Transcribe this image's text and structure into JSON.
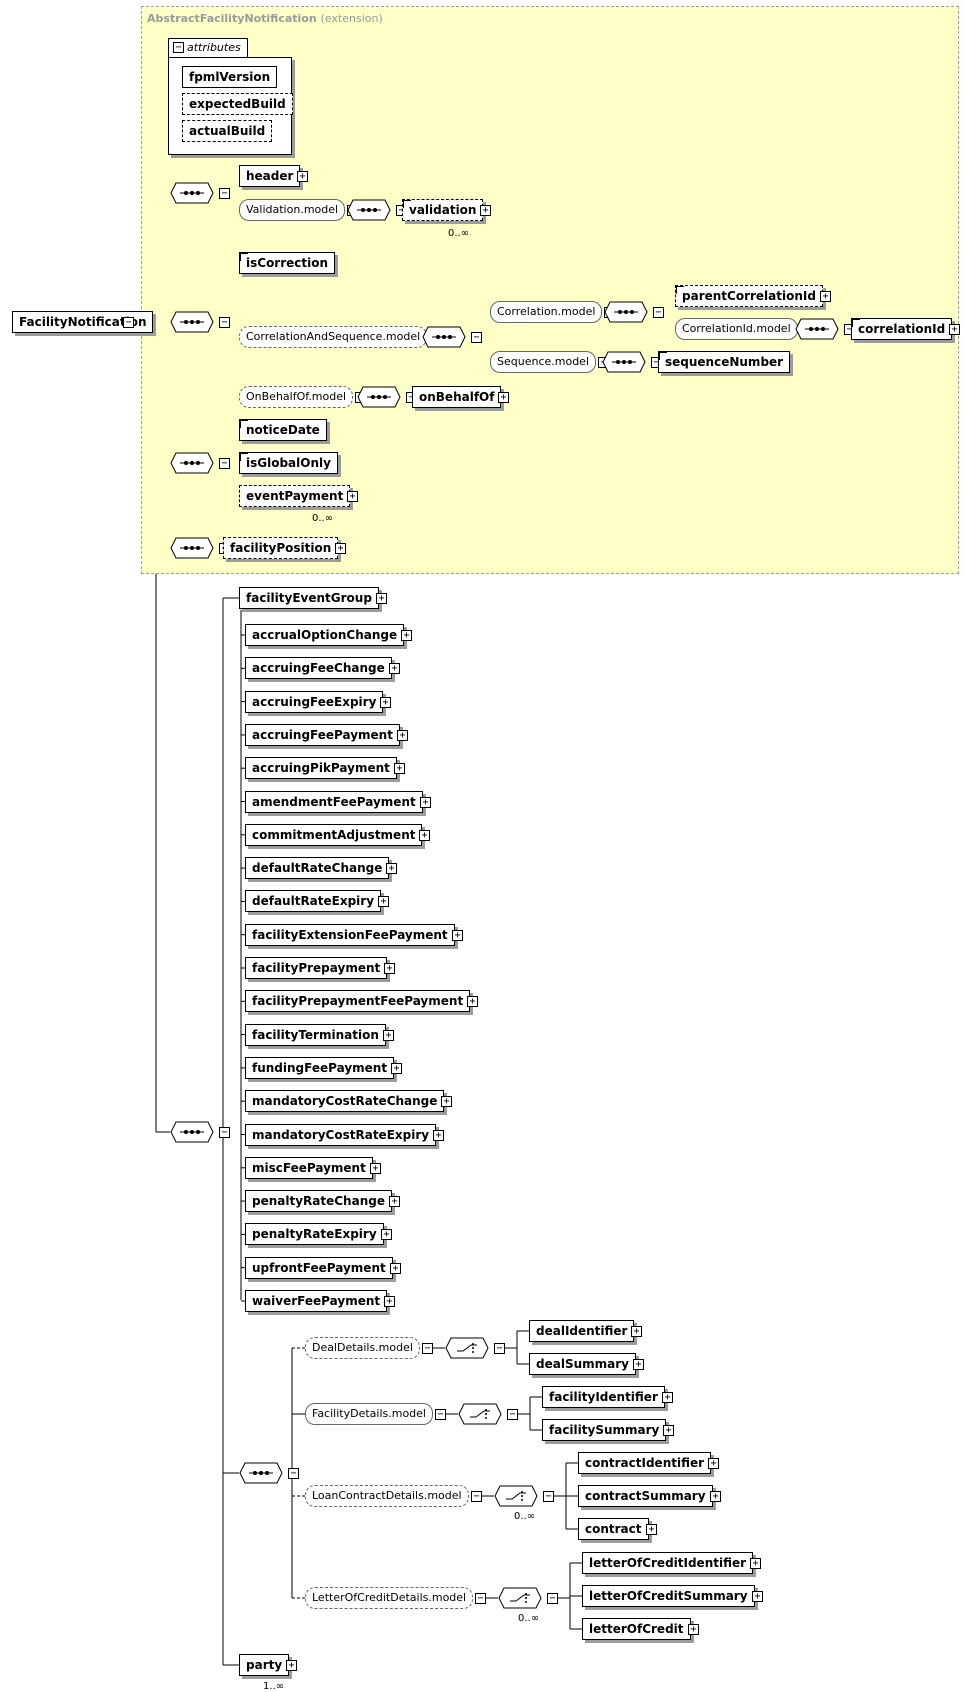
{
  "group_title": "AbstractFacilityNotification",
  "group_title_suffix": "(extension)",
  "root": "FacilityNotification",
  "attributes_label": "attributes",
  "attributes": [
    "fpmlVersion",
    "expectedBuild",
    "actualBuild"
  ],
  "elements": {
    "header": "header",
    "validation_model": "Validation.model",
    "validation": "validation",
    "validation_card": "0..∞",
    "isCorrection": "isCorrection",
    "correlation_sequence_model": "CorrelationAndSequence.model",
    "correlation_model": "Correlation.model",
    "parentCorrelationId": "parentCorrelationId",
    "correlationId_model": "CorrelationId.model",
    "correlationId": "correlationId",
    "sequence_model": "Sequence.model",
    "sequenceNumber": "sequenceNumber",
    "onBehalfOf_model": "OnBehalfOf.model",
    "onBehalfOf": "onBehalfOf",
    "noticeDate": "noticeDate",
    "isGlobalOnly": "isGlobalOnly",
    "eventPayment": "eventPayment",
    "eventPayment_card": "0..∞",
    "facilityPosition": "facilityPosition",
    "facilityEventGroup": "facilityEventGroup"
  },
  "event_group_items": [
    "accrualOptionChange",
    "accruingFeeChange",
    "accruingFeeExpiry",
    "accruingFeePayment",
    "accruingPikPayment",
    "amendmentFeePayment",
    "commitmentAdjustment",
    "defaultRateChange",
    "defaultRateExpiry",
    "facilityExtensionFeePayment",
    "facilityPrepayment",
    "facilityPrepaymentFeePayment",
    "facilityTermination",
    "fundingFeePayment",
    "mandatoryCostRateChange",
    "mandatoryCostRateExpiry",
    "miscFeePayment",
    "penaltyRateChange",
    "penaltyRateExpiry",
    "upfrontFeePayment",
    "waiverFeePayment"
  ],
  "detail_models": [
    {
      "name": "DealDetails.model",
      "card": "",
      "items": [
        "dealIdentifier",
        "dealSummary"
      ]
    },
    {
      "name": "FacilityDetails.model",
      "card": "",
      "items": [
        "facilityIdentifier",
        "facilitySummary"
      ]
    },
    {
      "name": "LoanContractDetails.model",
      "card": "0..∞",
      "items": [
        "contractIdentifier",
        "contractSummary",
        "contract"
      ]
    },
    {
      "name": "LetterOfCreditDetails.model",
      "card": "0..∞",
      "items": [
        "letterOfCreditIdentifier",
        "letterOfCreditSummary",
        "letterOfCredit"
      ]
    }
  ],
  "party": "party",
  "party_card": "1..∞",
  "colors": {
    "extension_fill": "#ffffc8",
    "extension_border": "#a0a0a0",
    "shadow": "#9c9c9c"
  }
}
